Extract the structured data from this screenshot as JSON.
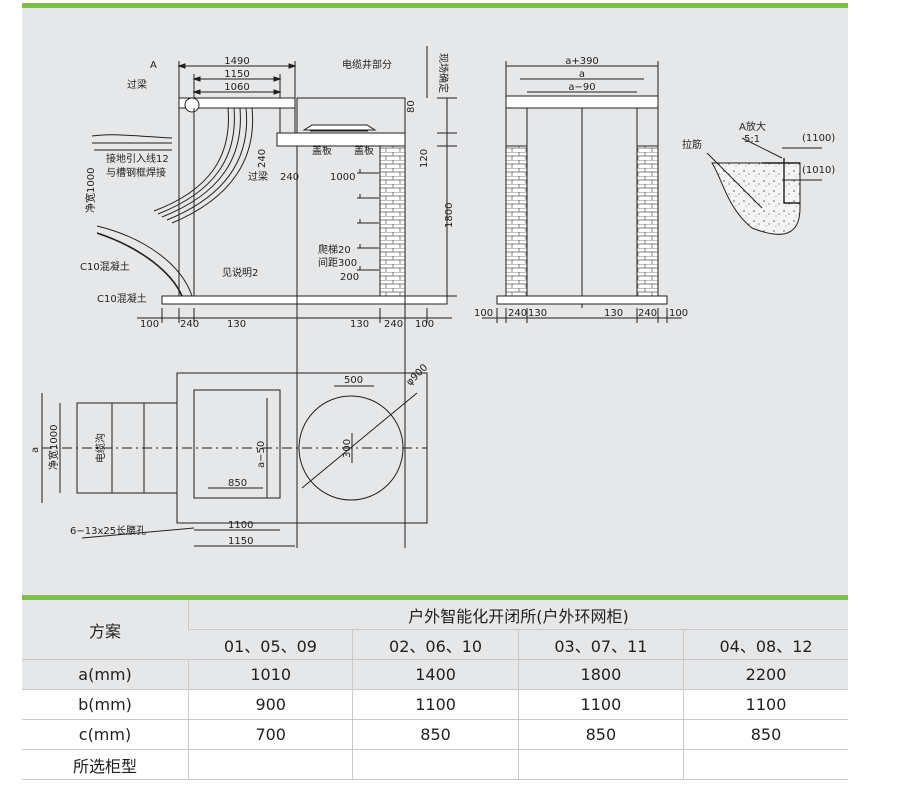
{
  "drawing": {
    "dims": {
      "d1490": "1490",
      "d1150_top": "1150",
      "d1060": "1060",
      "d80": "80",
      "d120": "120",
      "d1800": "1800",
      "d240_v": "240",
      "d240_h": "240",
      "d1000_h": "1000",
      "d100_l": "100",
      "d240_l": "240",
      "d130_l": "130",
      "d130_r": "130",
      "d240_r": "240",
      "d100_r": "100",
      "d200": "200",
      "front_a390": "a+390",
      "front_a": "a",
      "front_a90": "a−90",
      "front_100_l": "100",
      "front_240_l": "240",
      "front_130_l": "130",
      "front_130_r": "130",
      "front_240_r": "240",
      "front_100_r": "100",
      "plan_500": "500",
      "plan_phi900": "φ900",
      "plan_300": "300",
      "plan_a": "a",
      "plan_net1000": "净宽1000",
      "plan_a50": "a−50",
      "plan_850": "850",
      "plan_1100": "1100",
      "plan_1150": "1150"
    },
    "labels": {
      "A": "A",
      "guoliang_top": "过梁",
      "dianlanjing": "电缆井部分",
      "xianchang": "现场确定",
      "gaiban1": "盖板",
      "gaiban2": "盖板",
      "guoliang_mid": "过梁",
      "jiedi1": "接地引入线12",
      "jiedi2": "与槽钢框焊接",
      "jingkuan": "净宽1000",
      "pati1": "爬梯20",
      "pati2": "间距300",
      "c10_1": "C10混凝土",
      "c10_2": "C10混凝土",
      "jianshuoming": "见说明2",
      "dianlangou": "电缆沟",
      "changyaokong": "6−13x25长腰孔",
      "a_fangda": "A放大",
      "ratio": "5:1",
      "lajin": "拉筋",
      "v1100": "(1100)",
      "v1010": "(1010)"
    }
  },
  "table": {
    "header_label": "方案",
    "group_title": "户外智能化开闭所(户外环网柜)",
    "columns": [
      "01、05、09",
      "02、06、10",
      "03、07、11",
      "04、08、12"
    ],
    "rows": [
      {
        "label": "a(mm)",
        "values": [
          "1010",
          "1400",
          "1800",
          "2200"
        ]
      },
      {
        "label": "b(mm)",
        "values": [
          "900",
          "1100",
          "1100",
          "1100"
        ]
      },
      {
        "label": "c(mm)",
        "values": [
          "700",
          "850",
          "850",
          "850"
        ]
      },
      {
        "label": "所选柜型",
        "values": [
          "",
          "",
          "",
          ""
        ]
      }
    ]
  },
  "colors": {
    "accent": "#7cc242",
    "panel": "#e6e7e8",
    "line": "#231f20"
  }
}
